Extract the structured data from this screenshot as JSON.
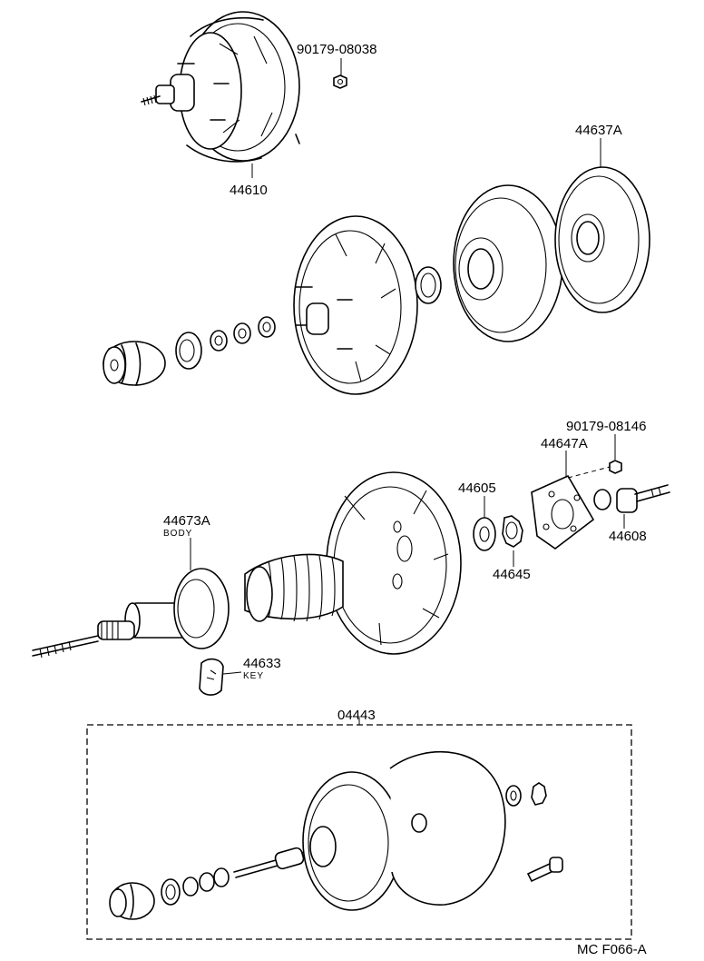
{
  "labels": {
    "p90179_08038": "90179-08038",
    "p44610": "44610",
    "p44637a": "44637A",
    "p90179_08146": "90179-08146",
    "p44647a": "44647A",
    "p44605": "44605",
    "p44673a": "44673A",
    "body": "BODY",
    "p44645": "44645",
    "p44608": "44608",
    "p44633": "44633",
    "key": "KEY",
    "p04443": "04443",
    "footer": "MC  F066-A"
  }
}
